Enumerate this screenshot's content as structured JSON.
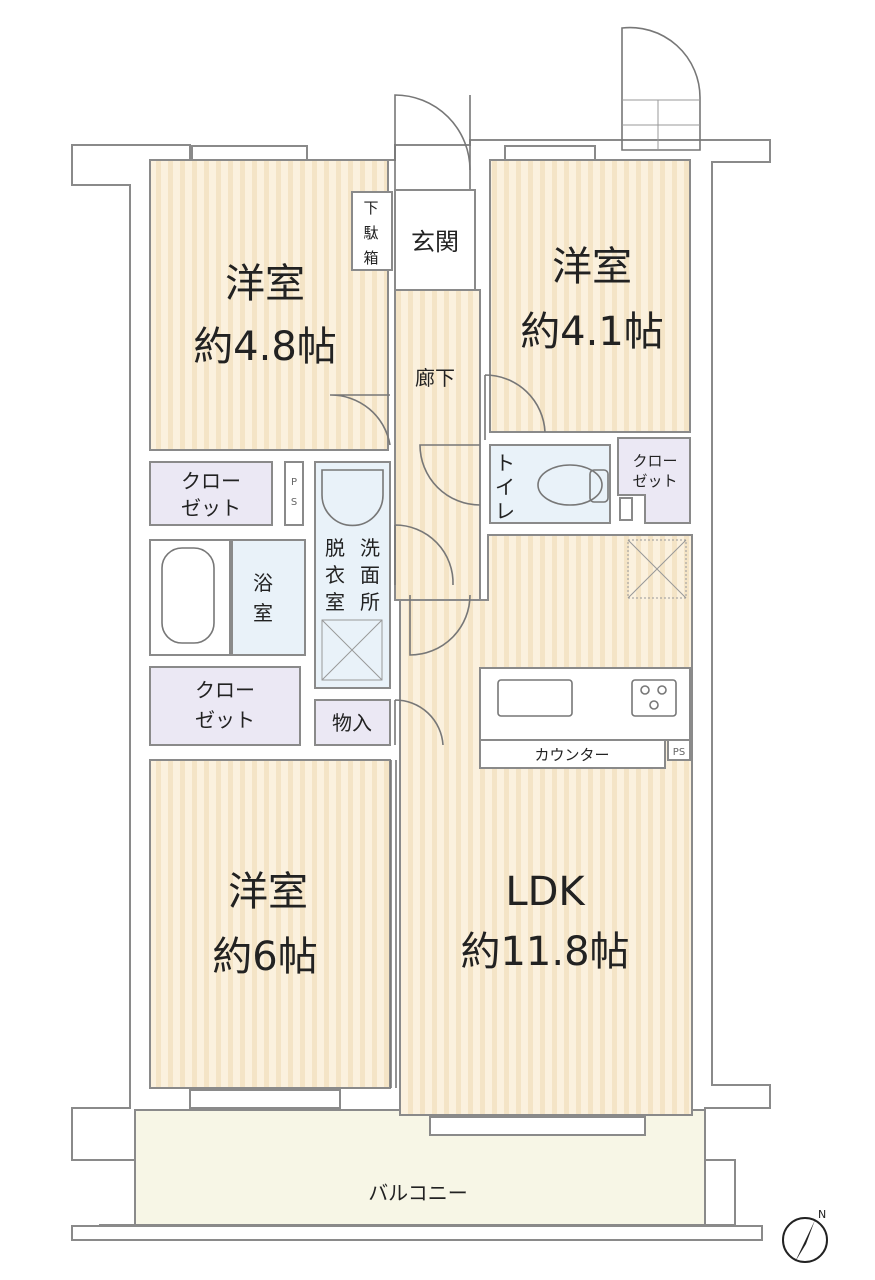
{
  "rooms": {
    "west_bedroom": {
      "name": "洋室",
      "size": "約4.8帖"
    },
    "east_bedroom": {
      "name": "洋室",
      "size": "約4.1帖"
    },
    "south_bedroom": {
      "name": "洋室",
      "size": "約6帖"
    },
    "ldk": {
      "name": "LDK",
      "size": "約11.8帖"
    },
    "entrance": "玄関",
    "shoe_box": [
      "下",
      "駄",
      "箱"
    ],
    "hallway": "廊下",
    "toilet": [
      "ト",
      "イ",
      "レ"
    ],
    "bath": [
      "浴",
      "室"
    ],
    "washroom": [
      "洗",
      "面",
      "所"
    ],
    "dressing": [
      "脱",
      "衣",
      "室"
    ],
    "closet_1": [
      "クロー",
      "ゼット"
    ],
    "closet_2": [
      "クロー",
      "ゼット"
    ],
    "closet_3": [
      "クロー",
      "ゼット"
    ],
    "storage": "物入",
    "counter": "カウンター",
    "balcony": "バルコニー",
    "ps": [
      "PS",
      "P",
      "S"
    ]
  },
  "compass": {
    "label": "N"
  },
  "colors": {
    "floor": "#f8ecd4",
    "closet": "#ebe8f4",
    "wet": "#e9f2f9",
    "balcony": "#f7f6e6"
  }
}
